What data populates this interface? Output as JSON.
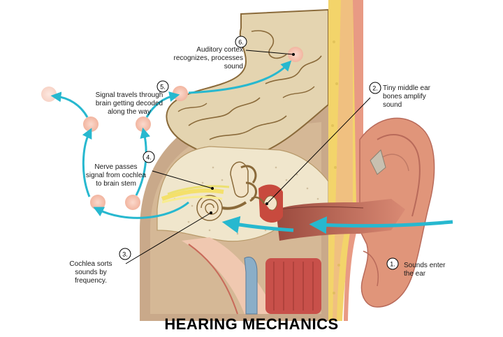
{
  "title": "HEARING MECHANICS",
  "steps": [
    {
      "number": "1.",
      "text": "Sounds enter\nthe ear"
    },
    {
      "number": "2.",
      "text": "Tiny middle ear\nbones amplify\nsound"
    },
    {
      "number": "3.",
      "text": "Cochlea sorts\nsounds by\nfrequency."
    },
    {
      "number": "4.",
      "text": "Nerve passes\nsignal from cochlea\nto brain stem"
    },
    {
      "number": "5.",
      "text": "Signal travels through\nbrain getting decoded\nalong the way"
    },
    {
      "number": "6.",
      "text": "Auditory cortex\nrecognizes, processes\nsound"
    }
  ],
  "colors": {
    "signal_arrow": "#27b8cf",
    "node": "#f6c4b2",
    "brain": "#e4d4b0",
    "brain_outline": "#8a6a3a",
    "bone": "#f0e6cc",
    "skin": "#e0957a",
    "canal": "#b86a5a",
    "fat": "#f3d46a"
  }
}
